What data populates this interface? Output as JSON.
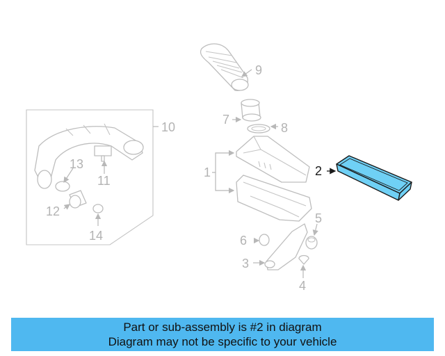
{
  "diagram": {
    "callouts": [
      "1",
      "2",
      "3",
      "4",
      "5",
      "6",
      "7",
      "8",
      "9",
      "10",
      "11",
      "12",
      "13",
      "14"
    ],
    "highlighted_part": "2",
    "highlight_color": "#6fd0f5"
  },
  "banner": {
    "line1": "Part or sub-assembly is #2 in diagram",
    "line2": "Diagram may not be specific to your vehicle",
    "background": "#4fb8f0"
  }
}
